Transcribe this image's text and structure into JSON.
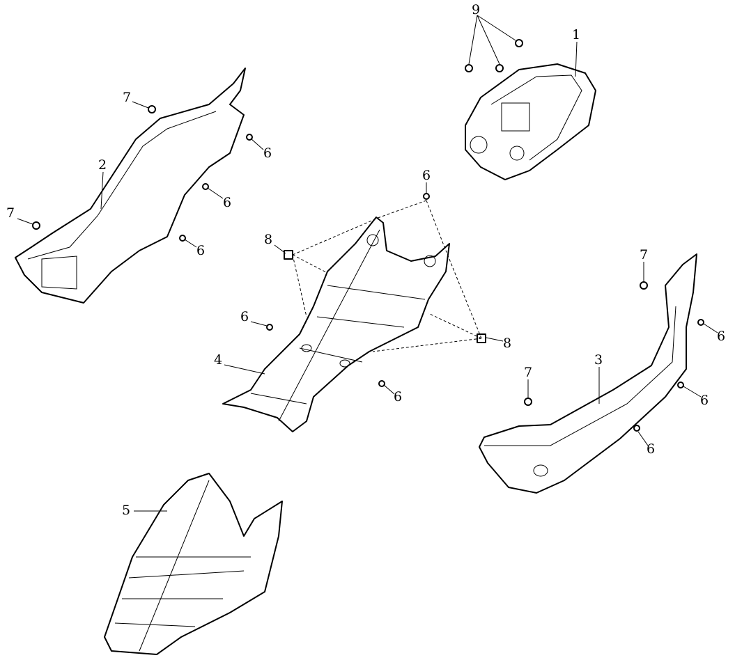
{
  "callouts": {
    "c9": "9",
    "c1": "1",
    "c7a": "7",
    "c6a": "6",
    "c2": "2",
    "c6b": "6",
    "c7b": "7",
    "c6c": "6",
    "c8a": "8",
    "c6d": "6",
    "c7c": "7",
    "c6e": "6",
    "c6f": "6",
    "c8b": "8",
    "c4": "4",
    "c3": "3",
    "c6g": "6",
    "c7d": "7",
    "c6h": "6",
    "c6i": "6",
    "c5": "5"
  }
}
